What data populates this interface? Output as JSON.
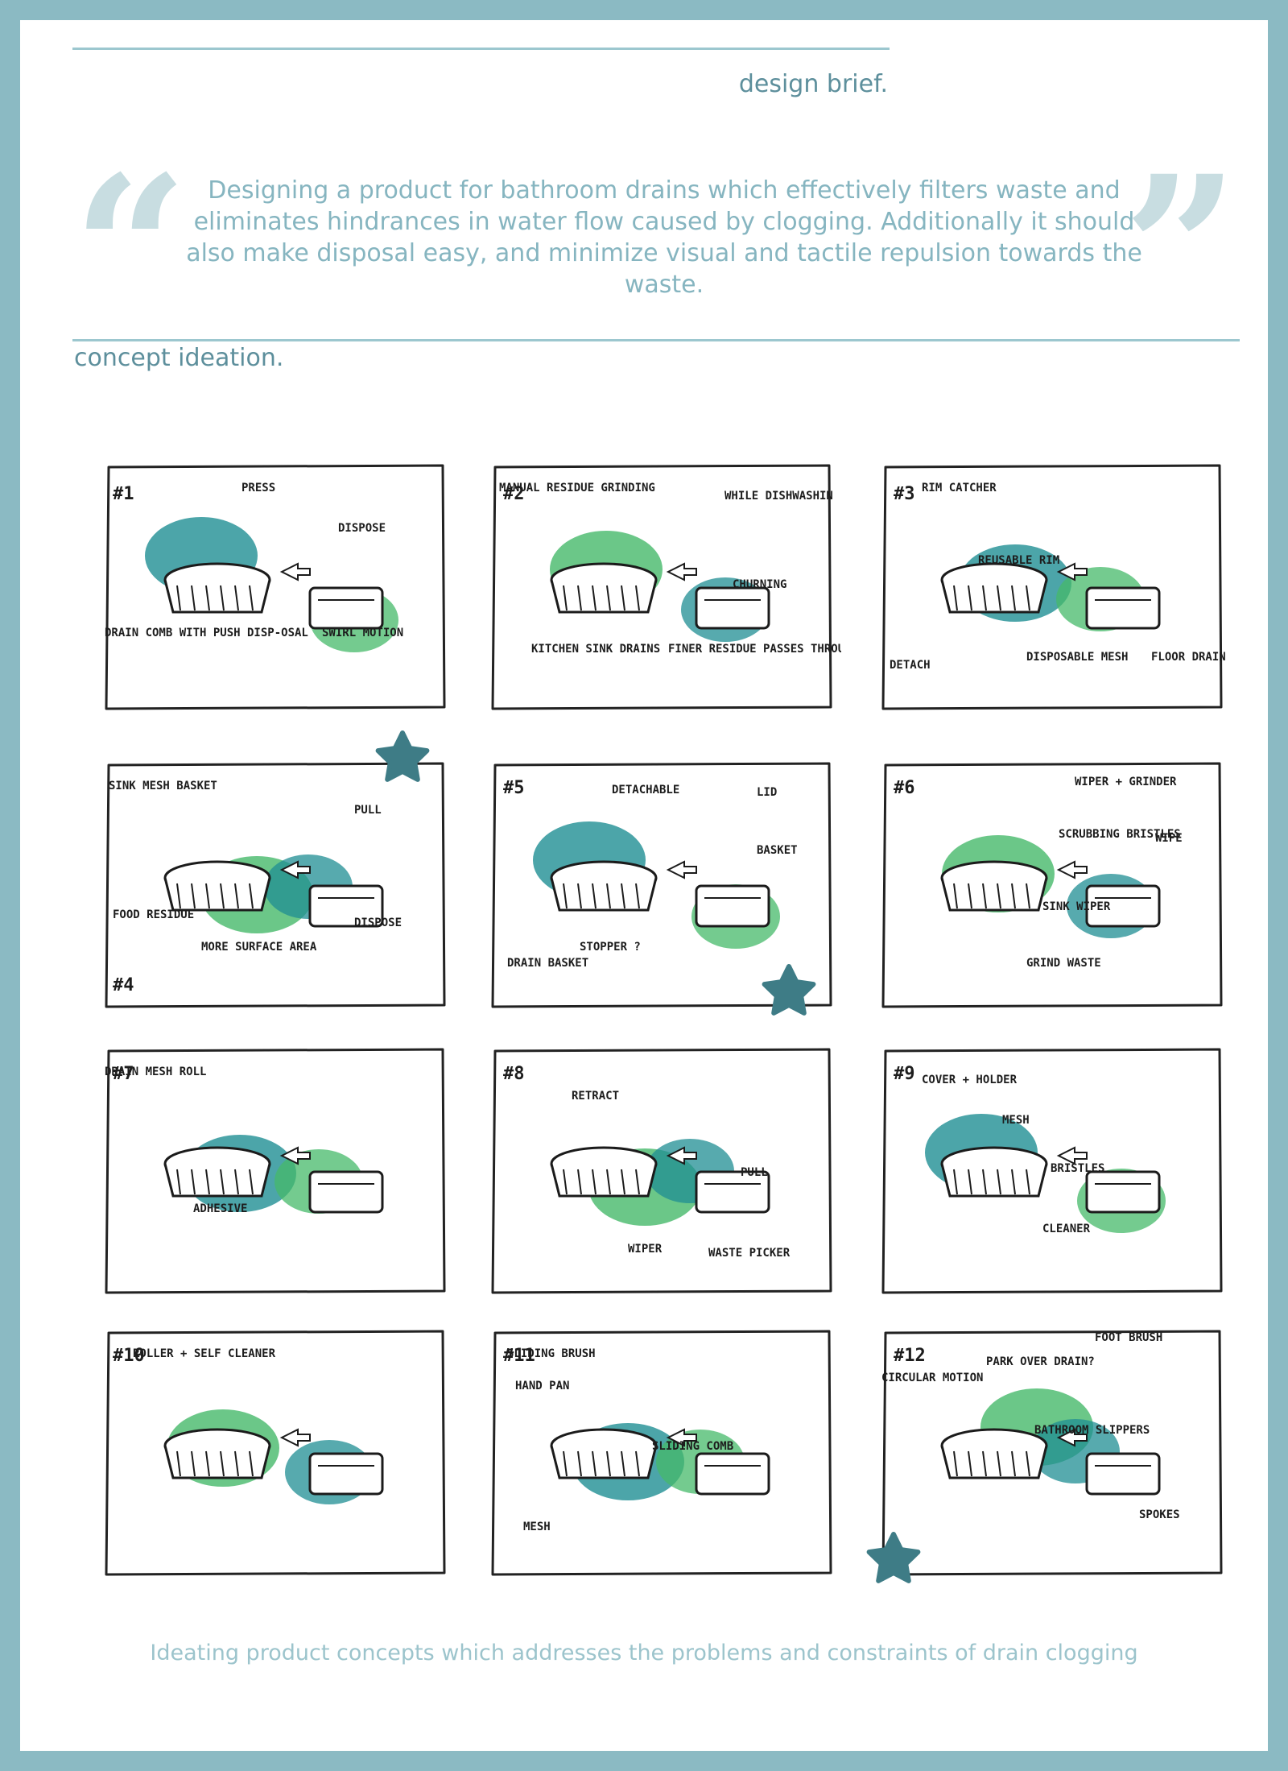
{
  "brief": {
    "title": "design brief.",
    "open_quote": "“",
    "close_quote": "”",
    "statement": "Designing a product for bathroom drains which effectively filters waste and eliminates hindrances in water flow caused by clogging. Additionally it should also make disposal easy, and minimize visual and tactile repulsion towards the waste."
  },
  "ideation": {
    "title": "concept ideation.",
    "caption": "Ideating product concepts which addresses the problems and constraints of drain clogging"
  },
  "colors": {
    "accent_teal": "#1f8e93",
    "accent_green": "#46b96a",
    "frame": "#8bbac3",
    "star": "#3e7c86"
  },
  "concepts": [
    {
      "number": "#1",
      "labels": [
        "PRESS",
        "DISPOSE",
        "DRAIN COMB WITH PUSH DISP-OSAL",
        "SWIRL MOTION"
      ]
    },
    {
      "number": "#2",
      "labels": [
        "MANUAL RESIDUE GRINDING",
        "WHILE DISHWASHIN",
        "CHURNING",
        "KITCHEN SINK DRAINS",
        "FINER RESIDUE PASSES THROUGH"
      ]
    },
    {
      "number": "#3",
      "labels": [
        "RIM CATCHER",
        "REUSABLE RIM",
        "DETACH",
        "DISPOSABLE MESH",
        "FLOOR DRAIN"
      ]
    },
    {
      "number": "#4",
      "labels": [
        "SINK MESH BASKET",
        "PULL",
        "FOOD RESIDUE",
        "MORE SURFACE AREA",
        "DISPOSE"
      ],
      "starred": true
    },
    {
      "number": "#5",
      "labels": [
        "DETACHABLE",
        "LID",
        "BASKET",
        "DRAIN BASKET",
        "STOPPER ?"
      ],
      "starred": true
    },
    {
      "number": "#6",
      "labels": [
        "WIPER + GRINDER",
        "SCRUBBING BRISTLES",
        "WIPE",
        "SINK WIPER",
        "GRIND WASTE"
      ]
    },
    {
      "number": "#7",
      "labels": [
        "DRAIN MESH ROLL",
        "ADHESIVE"
      ]
    },
    {
      "number": "#8",
      "labels": [
        "RETRACT",
        "PULL",
        "WIPER",
        "WASTE PICKER"
      ]
    },
    {
      "number": "#9",
      "labels": [
        "COVER + HOLDER",
        "MESH",
        "BRISTLES",
        "CLEANER"
      ]
    },
    {
      "number": "#10",
      "labels": [
        "ROLLER + SELF CLEANER"
      ]
    },
    {
      "number": "#11",
      "labels": [
        "SLIDING BRUSH",
        "HAND PAN",
        "SLIDING COMB",
        "MESH"
      ]
    },
    {
      "number": "#12",
      "labels": [
        "FOOT BRUSH",
        "CIRCULAR MOTION",
        "PARK OVER DRAIN?",
        "BATHROOM SLIPPERS",
        "SPOKES"
      ],
      "starred": true
    }
  ]
}
